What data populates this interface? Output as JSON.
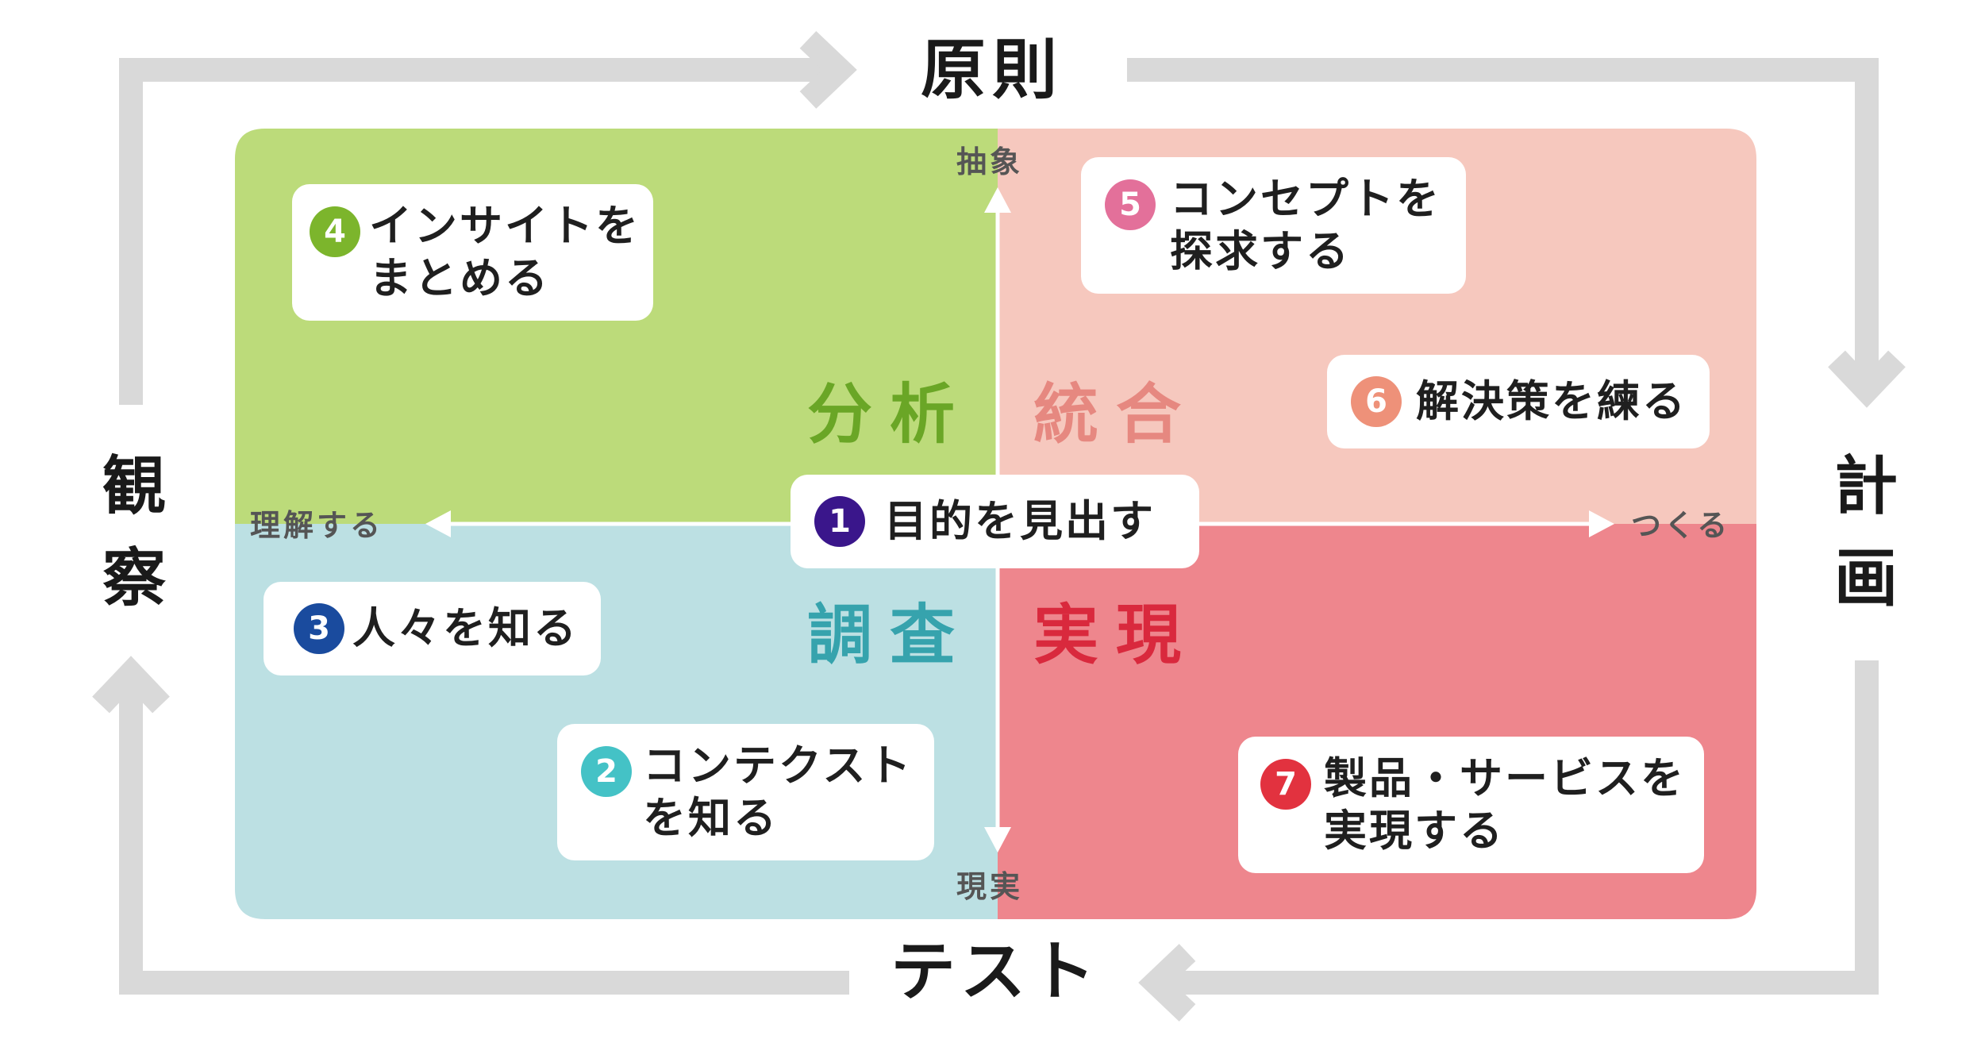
{
  "cycle": {
    "top": "原則",
    "right": "計画",
    "bottom": "テスト",
    "left": "観察",
    "arrow_color": "#d9d9d9"
  },
  "axes": {
    "top": "抽象",
    "bottom": "現実",
    "left": "理解する",
    "right": "つくる"
  },
  "quadrants": {
    "analysis": {
      "title": "分析",
      "color": "#bcdb7a",
      "title_color": "#6aa626"
    },
    "synthesis": {
      "title": "統合",
      "color": "#f6c8be",
      "title_color": "#e68880"
    },
    "research": {
      "title": "調査",
      "color": "#bce0e3",
      "title_color": "#36a3ad"
    },
    "realize": {
      "title": "実現",
      "color": "#ee868d",
      "title_color": "#d9293d"
    }
  },
  "steps": [
    {
      "number": "1",
      "label": "目的を見出す",
      "color": "#3a168b"
    },
    {
      "number": "2",
      "label": "コンテクスト\nを知る",
      "color": "#44c2c6"
    },
    {
      "number": "3",
      "label": "人々を知る",
      "color": "#1a4b9e"
    },
    {
      "number": "4",
      "label": "インサイトを\nまとめる",
      "color": "#7cb52c"
    },
    {
      "number": "5",
      "label": "コンセプトを\n探求する",
      "color": "#e3709a"
    },
    {
      "number": "6",
      "label": "解決策を練る",
      "color": "#ee9179"
    },
    {
      "number": "7",
      "label": "製品・サービスを\n実現する",
      "color": "#e2323f"
    }
  ]
}
